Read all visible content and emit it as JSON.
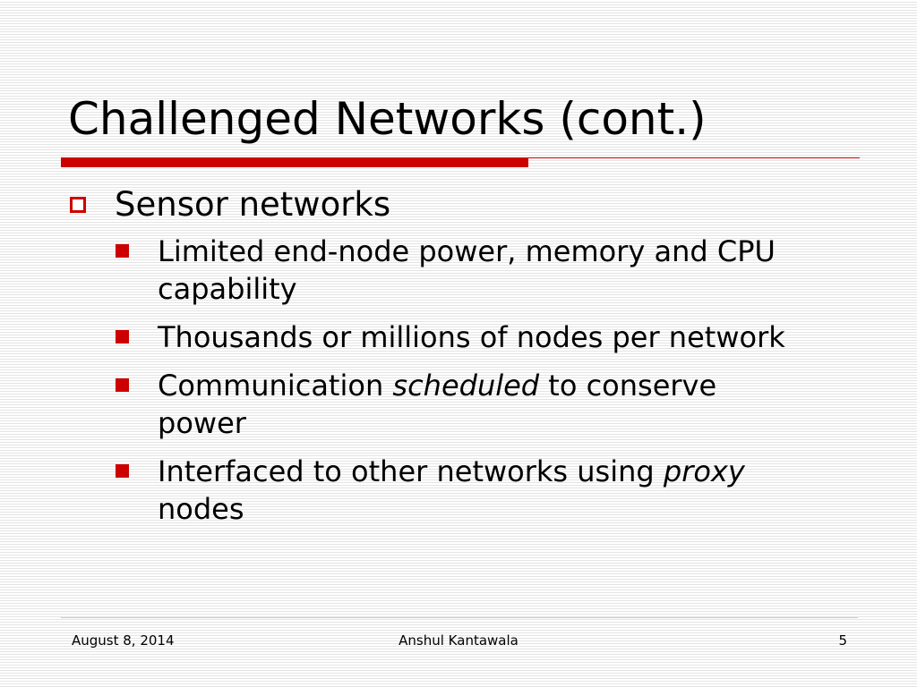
{
  "slide": {
    "title": "Challenged Networks (cont.)",
    "bullet": {
      "text": "Sensor networks",
      "subbullets": [
        {
          "text": "Limited end-node power, memory and CPU capability"
        },
        {
          "before": "Thousands or millions of nodes per network"
        },
        {
          "before": "Communication ",
          "emph": "scheduled",
          "after": " to conserve power"
        },
        {
          "before": "Interfaced to other networks using ",
          "emph": "proxy",
          "after": " nodes"
        }
      ]
    },
    "footer": {
      "date": "August 8, 2014",
      "author": "Anshul Kantawala",
      "page": "5"
    },
    "colors": {
      "accent": "#cc0000"
    },
    "icons": {
      "level1": "hollow-square-bullet-icon",
      "level2": "filled-square-bullet-icon"
    }
  }
}
